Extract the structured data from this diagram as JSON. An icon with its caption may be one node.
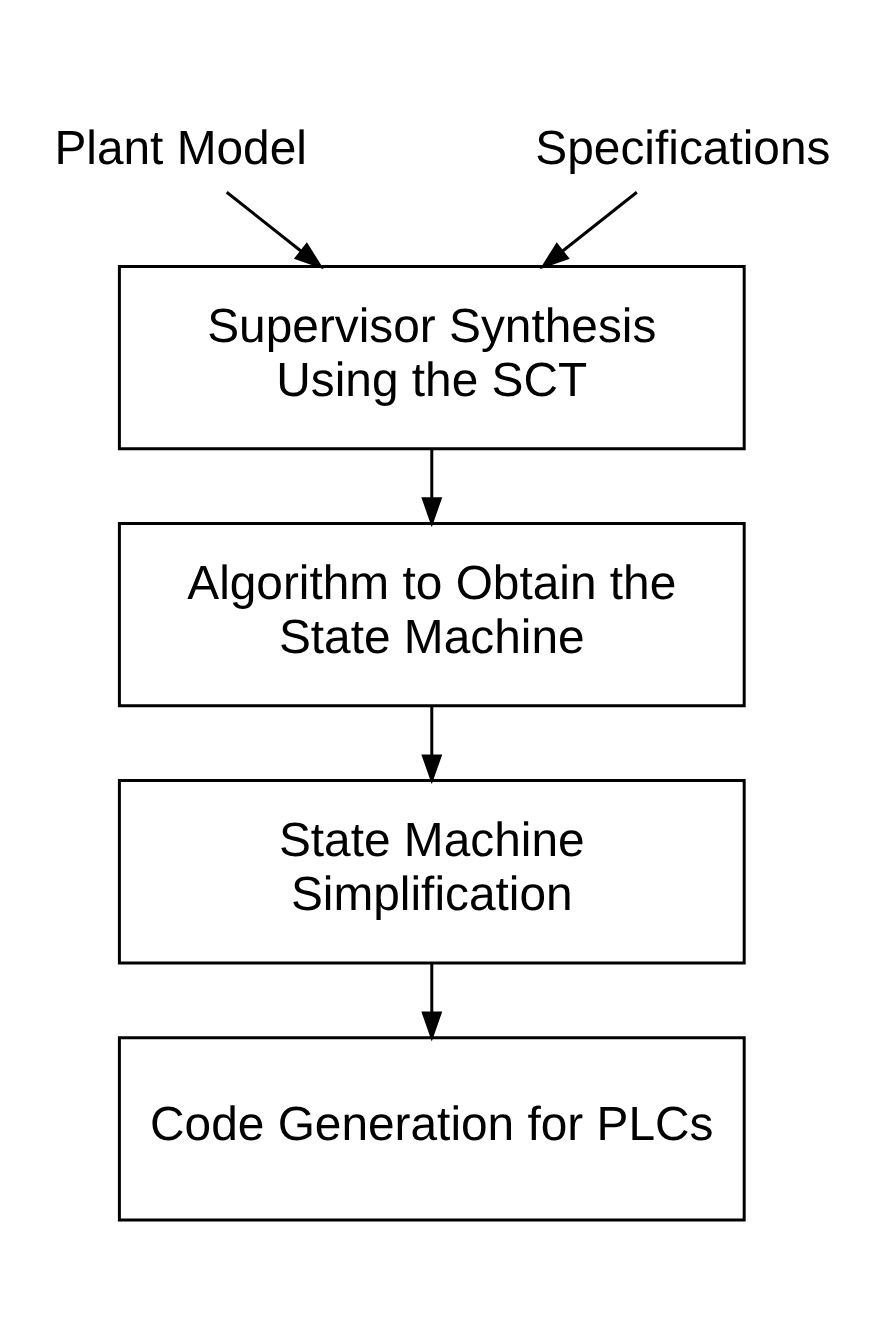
{
  "diagram": {
    "nodes": [
      {
        "text": [
          "Plant Model"
        ]
      },
      {
        "text": [
          "Specifications"
        ]
      },
      {
        "text": [
          "Supervisor Synthesis Using the SCT"
        ]
      },
      {
        "text": [
          "Algorithm to Obtain the State Machine"
        ]
      },
      {
        "text": [
          "State Machine Simplification"
        ]
      },
      {
        "text": [
          "Code Generation for PLCs"
        ]
      }
    ],
    "edges": [
      {
        "from": 0,
        "to": 2,
        "arrow": "to"
      },
      {
        "from": 1,
        "to": 2,
        "arrow": "to"
      },
      {
        "from": 2,
        "to": 3,
        "arrow": "to"
      },
      {
        "from": 3,
        "to": 4,
        "arrow": "to"
      },
      {
        "from": 4,
        "to": 5,
        "arrow": "to"
      }
    ]
  }
}
